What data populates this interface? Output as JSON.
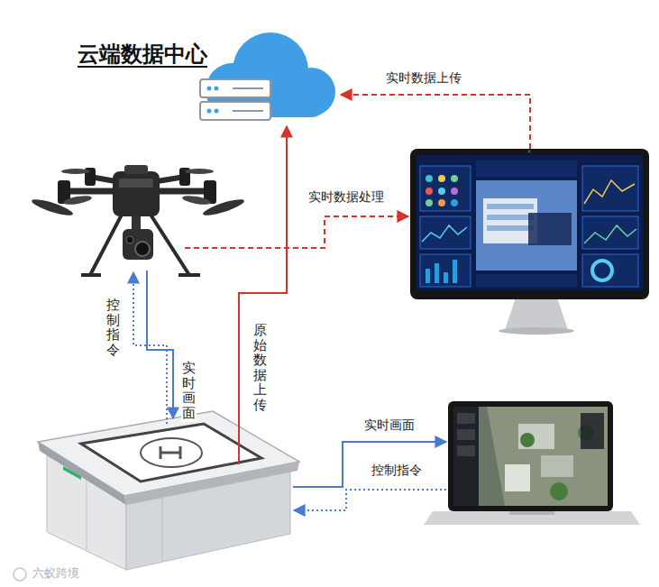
{
  "diagram": {
    "title": "云端数据中心",
    "labels": [
      "实时数据上传",
      "实时数据处理",
      "控制指令",
      "实时画面",
      "原始数据上传",
      "实时画面",
      "控制指令",
      "六蚁跨境"
    ]
  }
}
